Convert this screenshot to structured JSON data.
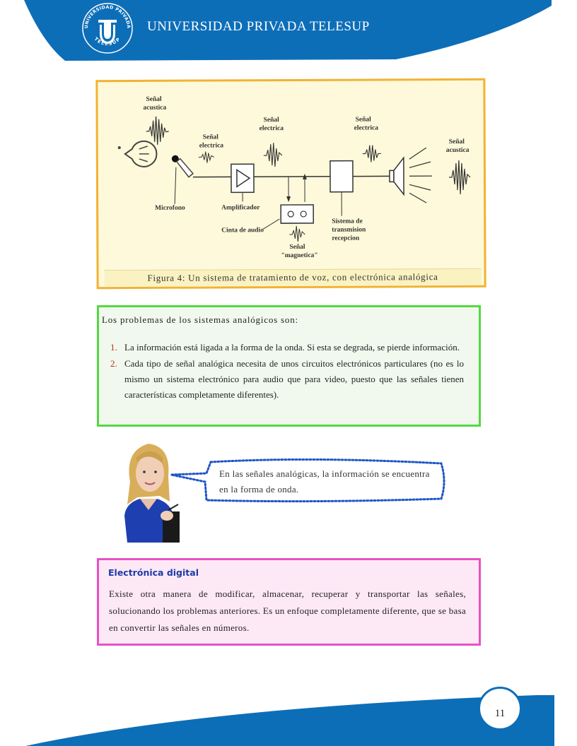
{
  "header": {
    "university_name": "UNIVERSIDAD PRIVADA TELESUP",
    "logo_text_top": "UNIVERSIDAD PRIVADA",
    "logo_text_bottom": "TELESUP",
    "band_color": "#0d6eb8"
  },
  "figure": {
    "labels": {
      "acoustic_in": [
        "Señal",
        "acustica"
      ],
      "electric_1": [
        "Señal",
        "electrica"
      ],
      "electric_2": [
        "Señal",
        "electrica"
      ],
      "electric_3": [
        "Señal",
        "electrica"
      ],
      "acoustic_out": [
        "Señal",
        "acustica"
      ],
      "microphone": "Microfono",
      "amplifier": "Amplificador",
      "audio_tape": "Cinta de audio",
      "magnetic": [
        "Señal",
        "\"magnetica\""
      ],
      "tx_system": [
        "Sistema de",
        "transmision",
        "recepcion"
      ]
    },
    "caption": "Figura 4: Un sistema de tratamiento de voz, con electrónica analógica"
  },
  "problems": {
    "intro": "Los problemas de los sistemas analógicos son:",
    "items": [
      {
        "num": "1.",
        "text": "La información está ligada a la forma de la onda. Si esta se degrada, se pierde información."
      },
      {
        "num": "2.",
        "text": "Cada tipo de señal analógica necesita de unos circuitos electrónicos particulares (no es lo mismo un sistema electrónico para audio que para video, puesto que las señales tienen características completamente diferentes)."
      }
    ]
  },
  "callout": {
    "text": "En las señales analógicas, la información se encuentra en la forma de onda."
  },
  "digital": {
    "title": "Electrónica digital",
    "text": "Existe otra manera de modificar, almacenar, recuperar y transportar las señales, solucionando los problemas anteriores. Es un enfoque completamente diferente, que se basa en convertir las señales en números."
  },
  "footer": {
    "page_number": "11"
  }
}
